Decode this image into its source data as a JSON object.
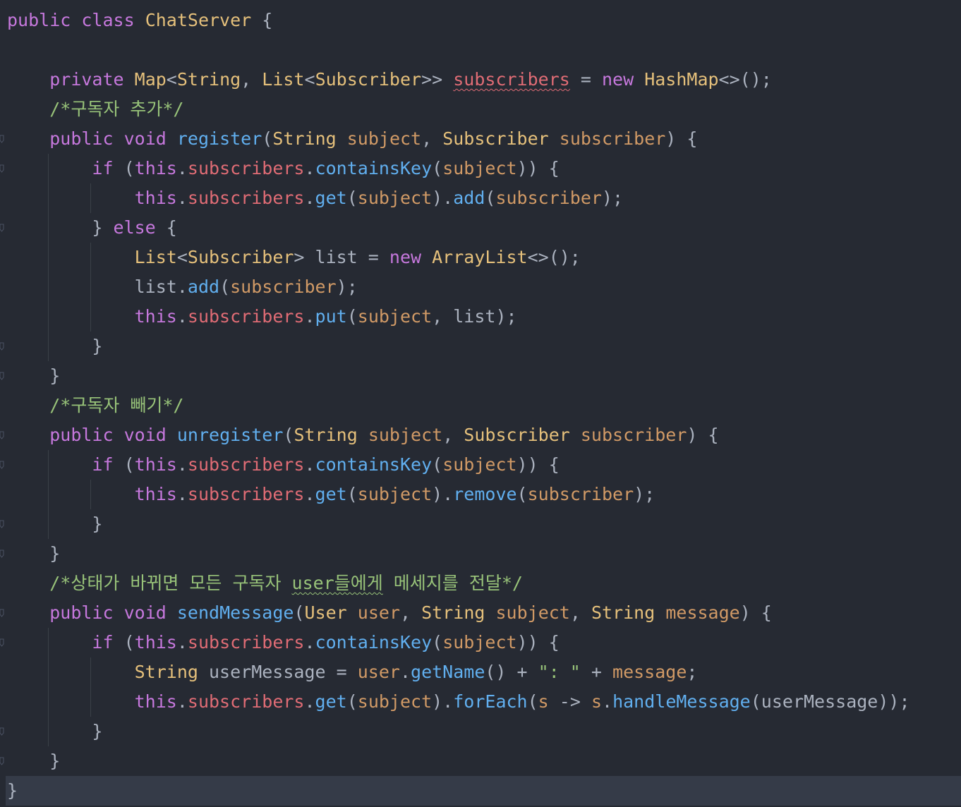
{
  "editor": {
    "lines": [
      [
        {
          "t": "public",
          "c": "kw"
        },
        {
          "t": " ",
          "c": "pu"
        },
        {
          "t": "class",
          "c": "kw"
        },
        {
          "t": " ",
          "c": "pu"
        },
        {
          "t": "ChatServer",
          "c": "ty"
        },
        {
          "t": " {",
          "c": "pu"
        }
      ],
      [],
      [
        {
          "t": "    ",
          "c": "pu"
        },
        {
          "t": "private",
          "c": "kw"
        },
        {
          "t": " ",
          "c": "pu"
        },
        {
          "t": "Map",
          "c": "ty"
        },
        {
          "t": "<",
          "c": "pu"
        },
        {
          "t": "String",
          "c": "ty"
        },
        {
          "t": ", ",
          "c": "pu"
        },
        {
          "t": "List",
          "c": "ty"
        },
        {
          "t": "<",
          "c": "pu"
        },
        {
          "t": "Subscriber",
          "c": "ty"
        },
        {
          "t": ">> ",
          "c": "pu"
        },
        {
          "t": "subscribers",
          "c": "fi",
          "u": "red"
        },
        {
          "t": " = ",
          "c": "pu"
        },
        {
          "t": "new",
          "c": "kw"
        },
        {
          "t": " ",
          "c": "pu"
        },
        {
          "t": "HashMap",
          "c": "ty"
        },
        {
          "t": "<>();",
          "c": "pu"
        }
      ],
      [
        {
          "t": "    ",
          "c": "pu"
        },
        {
          "t": "/*구독자 추가*/",
          "c": "cm"
        }
      ],
      [
        {
          "t": "    ",
          "c": "pu"
        },
        {
          "t": "public",
          "c": "kw"
        },
        {
          "t": " ",
          "c": "pu"
        },
        {
          "t": "void",
          "c": "kw"
        },
        {
          "t": " ",
          "c": "pu"
        },
        {
          "t": "register",
          "c": "fn"
        },
        {
          "t": "(",
          "c": "pu"
        },
        {
          "t": "String",
          "c": "ty"
        },
        {
          "t": " ",
          "c": "pu"
        },
        {
          "t": "subject",
          "c": "pa"
        },
        {
          "t": ", ",
          "c": "pu"
        },
        {
          "t": "Subscriber",
          "c": "ty"
        },
        {
          "t": " ",
          "c": "pu"
        },
        {
          "t": "subscriber",
          "c": "pa"
        },
        {
          "t": ") {",
          "c": "pu"
        }
      ],
      [
        {
          "t": "        ",
          "c": "pu"
        },
        {
          "t": "if",
          "c": "kw"
        },
        {
          "t": " (",
          "c": "pu"
        },
        {
          "t": "this",
          "c": "kw"
        },
        {
          "t": ".",
          "c": "pu"
        },
        {
          "t": "subscribers",
          "c": "fi"
        },
        {
          "t": ".",
          "c": "pu"
        },
        {
          "t": "containsKey",
          "c": "fn"
        },
        {
          "t": "(",
          "c": "pu"
        },
        {
          "t": "subject",
          "c": "pa"
        },
        {
          "t": ")) {",
          "c": "pu"
        }
      ],
      [
        {
          "t": "            ",
          "c": "pu"
        },
        {
          "t": "this",
          "c": "kw"
        },
        {
          "t": ".",
          "c": "pu"
        },
        {
          "t": "subscribers",
          "c": "fi"
        },
        {
          "t": ".",
          "c": "pu"
        },
        {
          "t": "get",
          "c": "fn"
        },
        {
          "t": "(",
          "c": "pu"
        },
        {
          "t": "subject",
          "c": "pa"
        },
        {
          "t": ").",
          "c": "pu"
        },
        {
          "t": "add",
          "c": "fn"
        },
        {
          "t": "(",
          "c": "pu"
        },
        {
          "t": "subscriber",
          "c": "pa"
        },
        {
          "t": ");",
          "c": "pu"
        }
      ],
      [
        {
          "t": "        } ",
          "c": "pu"
        },
        {
          "t": "else",
          "c": "kw"
        },
        {
          "t": " {",
          "c": "pu"
        }
      ],
      [
        {
          "t": "            ",
          "c": "pu"
        },
        {
          "t": "List",
          "c": "ty"
        },
        {
          "t": "<",
          "c": "pu"
        },
        {
          "t": "Subscriber",
          "c": "ty"
        },
        {
          "t": "> ",
          "c": "pu"
        },
        {
          "t": "list",
          "c": "id"
        },
        {
          "t": " = ",
          "c": "pu"
        },
        {
          "t": "new",
          "c": "kw"
        },
        {
          "t": " ",
          "c": "pu"
        },
        {
          "t": "ArrayList",
          "c": "ty"
        },
        {
          "t": "<>();",
          "c": "pu"
        }
      ],
      [
        {
          "t": "            ",
          "c": "pu"
        },
        {
          "t": "list",
          "c": "id"
        },
        {
          "t": ".",
          "c": "pu"
        },
        {
          "t": "add",
          "c": "fn"
        },
        {
          "t": "(",
          "c": "pu"
        },
        {
          "t": "subscriber",
          "c": "pa"
        },
        {
          "t": ");",
          "c": "pu"
        }
      ],
      [
        {
          "t": "            ",
          "c": "pu"
        },
        {
          "t": "this",
          "c": "kw"
        },
        {
          "t": ".",
          "c": "pu"
        },
        {
          "t": "subscribers",
          "c": "fi"
        },
        {
          "t": ".",
          "c": "pu"
        },
        {
          "t": "put",
          "c": "fn"
        },
        {
          "t": "(",
          "c": "pu"
        },
        {
          "t": "subject",
          "c": "pa"
        },
        {
          "t": ", ",
          "c": "pu"
        },
        {
          "t": "list",
          "c": "id"
        },
        {
          "t": ");",
          "c": "pu"
        }
      ],
      [
        {
          "t": "        }",
          "c": "pu"
        }
      ],
      [
        {
          "t": "    }",
          "c": "pu"
        }
      ],
      [
        {
          "t": "    ",
          "c": "pu"
        },
        {
          "t": "/*구독자 빼기*/",
          "c": "cm"
        }
      ],
      [
        {
          "t": "    ",
          "c": "pu"
        },
        {
          "t": "public",
          "c": "kw"
        },
        {
          "t": " ",
          "c": "pu"
        },
        {
          "t": "void",
          "c": "kw"
        },
        {
          "t": " ",
          "c": "pu"
        },
        {
          "t": "unregister",
          "c": "fn"
        },
        {
          "t": "(",
          "c": "pu"
        },
        {
          "t": "String",
          "c": "ty"
        },
        {
          "t": " ",
          "c": "pu"
        },
        {
          "t": "subject",
          "c": "pa"
        },
        {
          "t": ", ",
          "c": "pu"
        },
        {
          "t": "Subscriber",
          "c": "ty"
        },
        {
          "t": " ",
          "c": "pu"
        },
        {
          "t": "subscriber",
          "c": "pa"
        },
        {
          "t": ") {",
          "c": "pu"
        }
      ],
      [
        {
          "t": "        ",
          "c": "pu"
        },
        {
          "t": "if",
          "c": "kw"
        },
        {
          "t": " (",
          "c": "pu"
        },
        {
          "t": "this",
          "c": "kw"
        },
        {
          "t": ".",
          "c": "pu"
        },
        {
          "t": "subscribers",
          "c": "fi"
        },
        {
          "t": ".",
          "c": "pu"
        },
        {
          "t": "containsKey",
          "c": "fn"
        },
        {
          "t": "(",
          "c": "pu"
        },
        {
          "t": "subject",
          "c": "pa"
        },
        {
          "t": ")) {",
          "c": "pu"
        }
      ],
      [
        {
          "t": "            ",
          "c": "pu"
        },
        {
          "t": "this",
          "c": "kw"
        },
        {
          "t": ".",
          "c": "pu"
        },
        {
          "t": "subscribers",
          "c": "fi"
        },
        {
          "t": ".",
          "c": "pu"
        },
        {
          "t": "get",
          "c": "fn"
        },
        {
          "t": "(",
          "c": "pu"
        },
        {
          "t": "subject",
          "c": "pa"
        },
        {
          "t": ").",
          "c": "pu"
        },
        {
          "t": "remove",
          "c": "fn"
        },
        {
          "t": "(",
          "c": "pu"
        },
        {
          "t": "subscriber",
          "c": "pa"
        },
        {
          "t": ");",
          "c": "pu"
        }
      ],
      [
        {
          "t": "        }",
          "c": "pu"
        }
      ],
      [
        {
          "t": "    }",
          "c": "pu"
        }
      ],
      [
        {
          "t": "    ",
          "c": "pu"
        },
        {
          "t": "/*상태가 바뀌면 모든 구독자 ",
          "c": "cm"
        },
        {
          "t": "user들에게",
          "c": "cm",
          "u": "green"
        },
        {
          "t": " 메세지를 전달*/",
          "c": "cm"
        }
      ],
      [
        {
          "t": "    ",
          "c": "pu"
        },
        {
          "t": "public",
          "c": "kw"
        },
        {
          "t": " ",
          "c": "pu"
        },
        {
          "t": "void",
          "c": "kw"
        },
        {
          "t": " ",
          "c": "pu"
        },
        {
          "t": "sendMessage",
          "c": "fn"
        },
        {
          "t": "(",
          "c": "pu"
        },
        {
          "t": "User",
          "c": "ty"
        },
        {
          "t": " ",
          "c": "pu"
        },
        {
          "t": "user",
          "c": "pa"
        },
        {
          "t": ", ",
          "c": "pu"
        },
        {
          "t": "String",
          "c": "ty"
        },
        {
          "t": " ",
          "c": "pu"
        },
        {
          "t": "subject",
          "c": "pa"
        },
        {
          "t": ", ",
          "c": "pu"
        },
        {
          "t": "String",
          "c": "ty"
        },
        {
          "t": " ",
          "c": "pu"
        },
        {
          "t": "message",
          "c": "pa"
        },
        {
          "t": ") {",
          "c": "pu"
        }
      ],
      [
        {
          "t": "        ",
          "c": "pu"
        },
        {
          "t": "if",
          "c": "kw"
        },
        {
          "t": " (",
          "c": "pu"
        },
        {
          "t": "this",
          "c": "kw"
        },
        {
          "t": ".",
          "c": "pu"
        },
        {
          "t": "subscribers",
          "c": "fi"
        },
        {
          "t": ".",
          "c": "pu"
        },
        {
          "t": "containsKey",
          "c": "fn"
        },
        {
          "t": "(",
          "c": "pu"
        },
        {
          "t": "subject",
          "c": "pa"
        },
        {
          "t": ")) {",
          "c": "pu"
        }
      ],
      [
        {
          "t": "            ",
          "c": "pu"
        },
        {
          "t": "String",
          "c": "ty"
        },
        {
          "t": " ",
          "c": "pu"
        },
        {
          "t": "userMessage",
          "c": "id"
        },
        {
          "t": " = ",
          "c": "pu"
        },
        {
          "t": "user",
          "c": "pa"
        },
        {
          "t": ".",
          "c": "pu"
        },
        {
          "t": "getName",
          "c": "fn"
        },
        {
          "t": "() + ",
          "c": "pu"
        },
        {
          "t": "\": \"",
          "c": "st"
        },
        {
          "t": " + ",
          "c": "pu"
        },
        {
          "t": "message",
          "c": "pa"
        },
        {
          "t": ";",
          "c": "pu"
        }
      ],
      [
        {
          "t": "            ",
          "c": "pu"
        },
        {
          "t": "this",
          "c": "kw"
        },
        {
          "t": ".",
          "c": "pu"
        },
        {
          "t": "subscribers",
          "c": "fi"
        },
        {
          "t": ".",
          "c": "pu"
        },
        {
          "t": "get",
          "c": "fn"
        },
        {
          "t": "(",
          "c": "pu"
        },
        {
          "t": "subject",
          "c": "pa"
        },
        {
          "t": ").",
          "c": "pu"
        },
        {
          "t": "forEach",
          "c": "fn"
        },
        {
          "t": "(",
          "c": "pu"
        },
        {
          "t": "s",
          "c": "pa"
        },
        {
          "t": " -> ",
          "c": "pu"
        },
        {
          "t": "s",
          "c": "pa"
        },
        {
          "t": ".",
          "c": "pu"
        },
        {
          "t": "handleMessage",
          "c": "fn"
        },
        {
          "t": "(",
          "c": "pu"
        },
        {
          "t": "userMessage",
          "c": "id"
        },
        {
          "t": "));",
          "c": "pu"
        }
      ],
      [
        {
          "t": "        }",
          "c": "pu"
        }
      ],
      [
        {
          "t": "    }",
          "c": "pu"
        }
      ],
      [
        {
          "t": "}",
          "c": "pu"
        }
      ]
    ],
    "current_line": 26,
    "fold_lines": [
      4,
      5,
      7,
      11,
      12,
      14,
      15,
      17,
      18,
      20,
      21,
      24,
      25
    ],
    "colors": {
      "background": "#262a33",
      "current_line": "#353b48",
      "keyword": "#c678dd",
      "type": "#e5c07b",
      "function": "#61afef",
      "parameter": "#d19a66",
      "field": "#e06c75",
      "comment": "#98c379"
    }
  }
}
